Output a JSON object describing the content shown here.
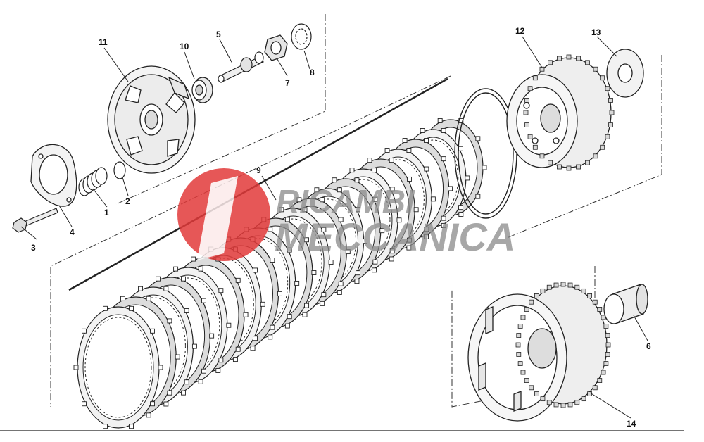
{
  "diagram": {
    "callouts": {
      "p1": "1",
      "p2": "2",
      "p3": "3",
      "p4": "4",
      "p5": "5",
      "p6": "6",
      "p7": "7",
      "p8": "8",
      "p9": "9",
      "p10": "10",
      "p11": "11",
      "p12": "12",
      "p13": "13",
      "p14": "14"
    },
    "watermark": {
      "line1": "RICAMBI",
      "line2": "MECCANICA"
    },
    "colors": {
      "line": "#222222",
      "watermark_red": "#e23a3a",
      "watermark_grey": "#8a8a8a"
    }
  }
}
